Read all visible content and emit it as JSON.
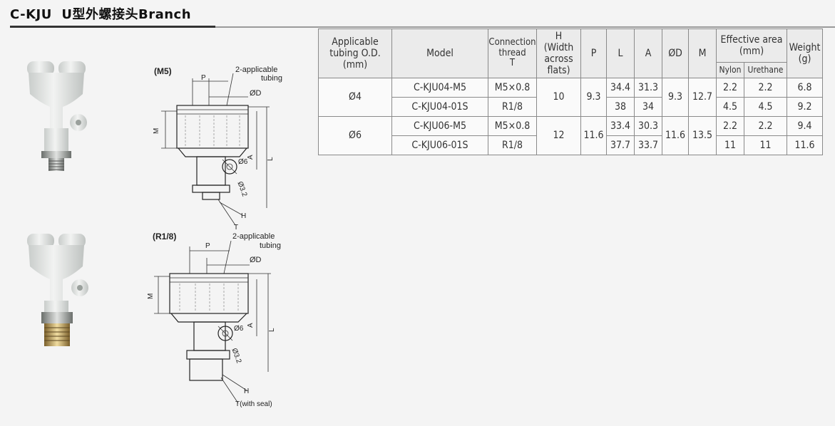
{
  "header": {
    "title": "C-KJU  U型外螺接头Branch"
  },
  "drawings": {
    "m5": {
      "label": "(M5)",
      "note_line1": "2-applicable",
      "note_line2": "tubing",
      "dim_p": "P",
      "dim_d": "ØD",
      "dim_m": "M",
      "dim_l": "L",
      "dim_a": "A",
      "dim_hole": "Ø6",
      "dim_hole2": "Ø3.2",
      "dim_h": "H",
      "dim_t": "T"
    },
    "r18": {
      "label": "(R1/8)",
      "note_line1": "2-applicable",
      "note_line2": "tubing",
      "dim_p": "P",
      "dim_d": "ØD",
      "dim_m": "M",
      "dim_l": "L",
      "dim_a": "A",
      "dim_hole": "Ø6",
      "dim_hole2": "Ø3.2",
      "dim_h": "H",
      "dim_t": "T(with seal)"
    }
  },
  "table": {
    "headers": {
      "tubing_l1": "Applicable",
      "tubing_l2": "tubing O.D.",
      "tubing_l3": "(mm)",
      "model": "Model",
      "conn_l1": "Connection",
      "conn_l2": "thread",
      "conn_l3": "T",
      "h_l1": "H",
      "h_l2": "(Width",
      "h_l3": "across",
      "h_l4": "flats)",
      "p": "P",
      "l": "L",
      "a": "A",
      "d": "ØD",
      "m": "M",
      "eff_l1": "Effective area",
      "eff_l2": "(mm)",
      "nylon": "Nylon",
      "urethane": "Urethane",
      "weight_l1": "Weight",
      "weight_l2": "(g)"
    },
    "groups": [
      {
        "od": "Ø4",
        "h": "10",
        "p": "9.3",
        "d": "9.3",
        "m": "12.7",
        "rows": [
          {
            "model": "C-KJU04-M5",
            "thread": "M5×0.8",
            "l": "34.4",
            "a": "31.3",
            "nylon": "2.2",
            "urethane": "2.2",
            "weight": "6.8"
          },
          {
            "model": "C-KJU04-01S",
            "thread": "R1/8",
            "l": "38",
            "a": "34",
            "nylon": "4.5",
            "urethane": "4.5",
            "weight": "9.2"
          }
        ]
      },
      {
        "od": "Ø6",
        "h": "12",
        "p": "11.6",
        "d": "11.6",
        "m": "13.5",
        "rows": [
          {
            "model": "C-KJU06-M5",
            "thread": "M5×0.8",
            "l": "33.4",
            "a": "30.3",
            "nylon": "2.2",
            "urethane": "2.2",
            "weight": "9.4"
          },
          {
            "model": "C-KJU06-01S",
            "thread": "R1/8",
            "l": "37.7",
            "a": "33.7",
            "nylon": "11",
            "urethane": "11",
            "weight": "11.6"
          }
        ]
      }
    ]
  }
}
